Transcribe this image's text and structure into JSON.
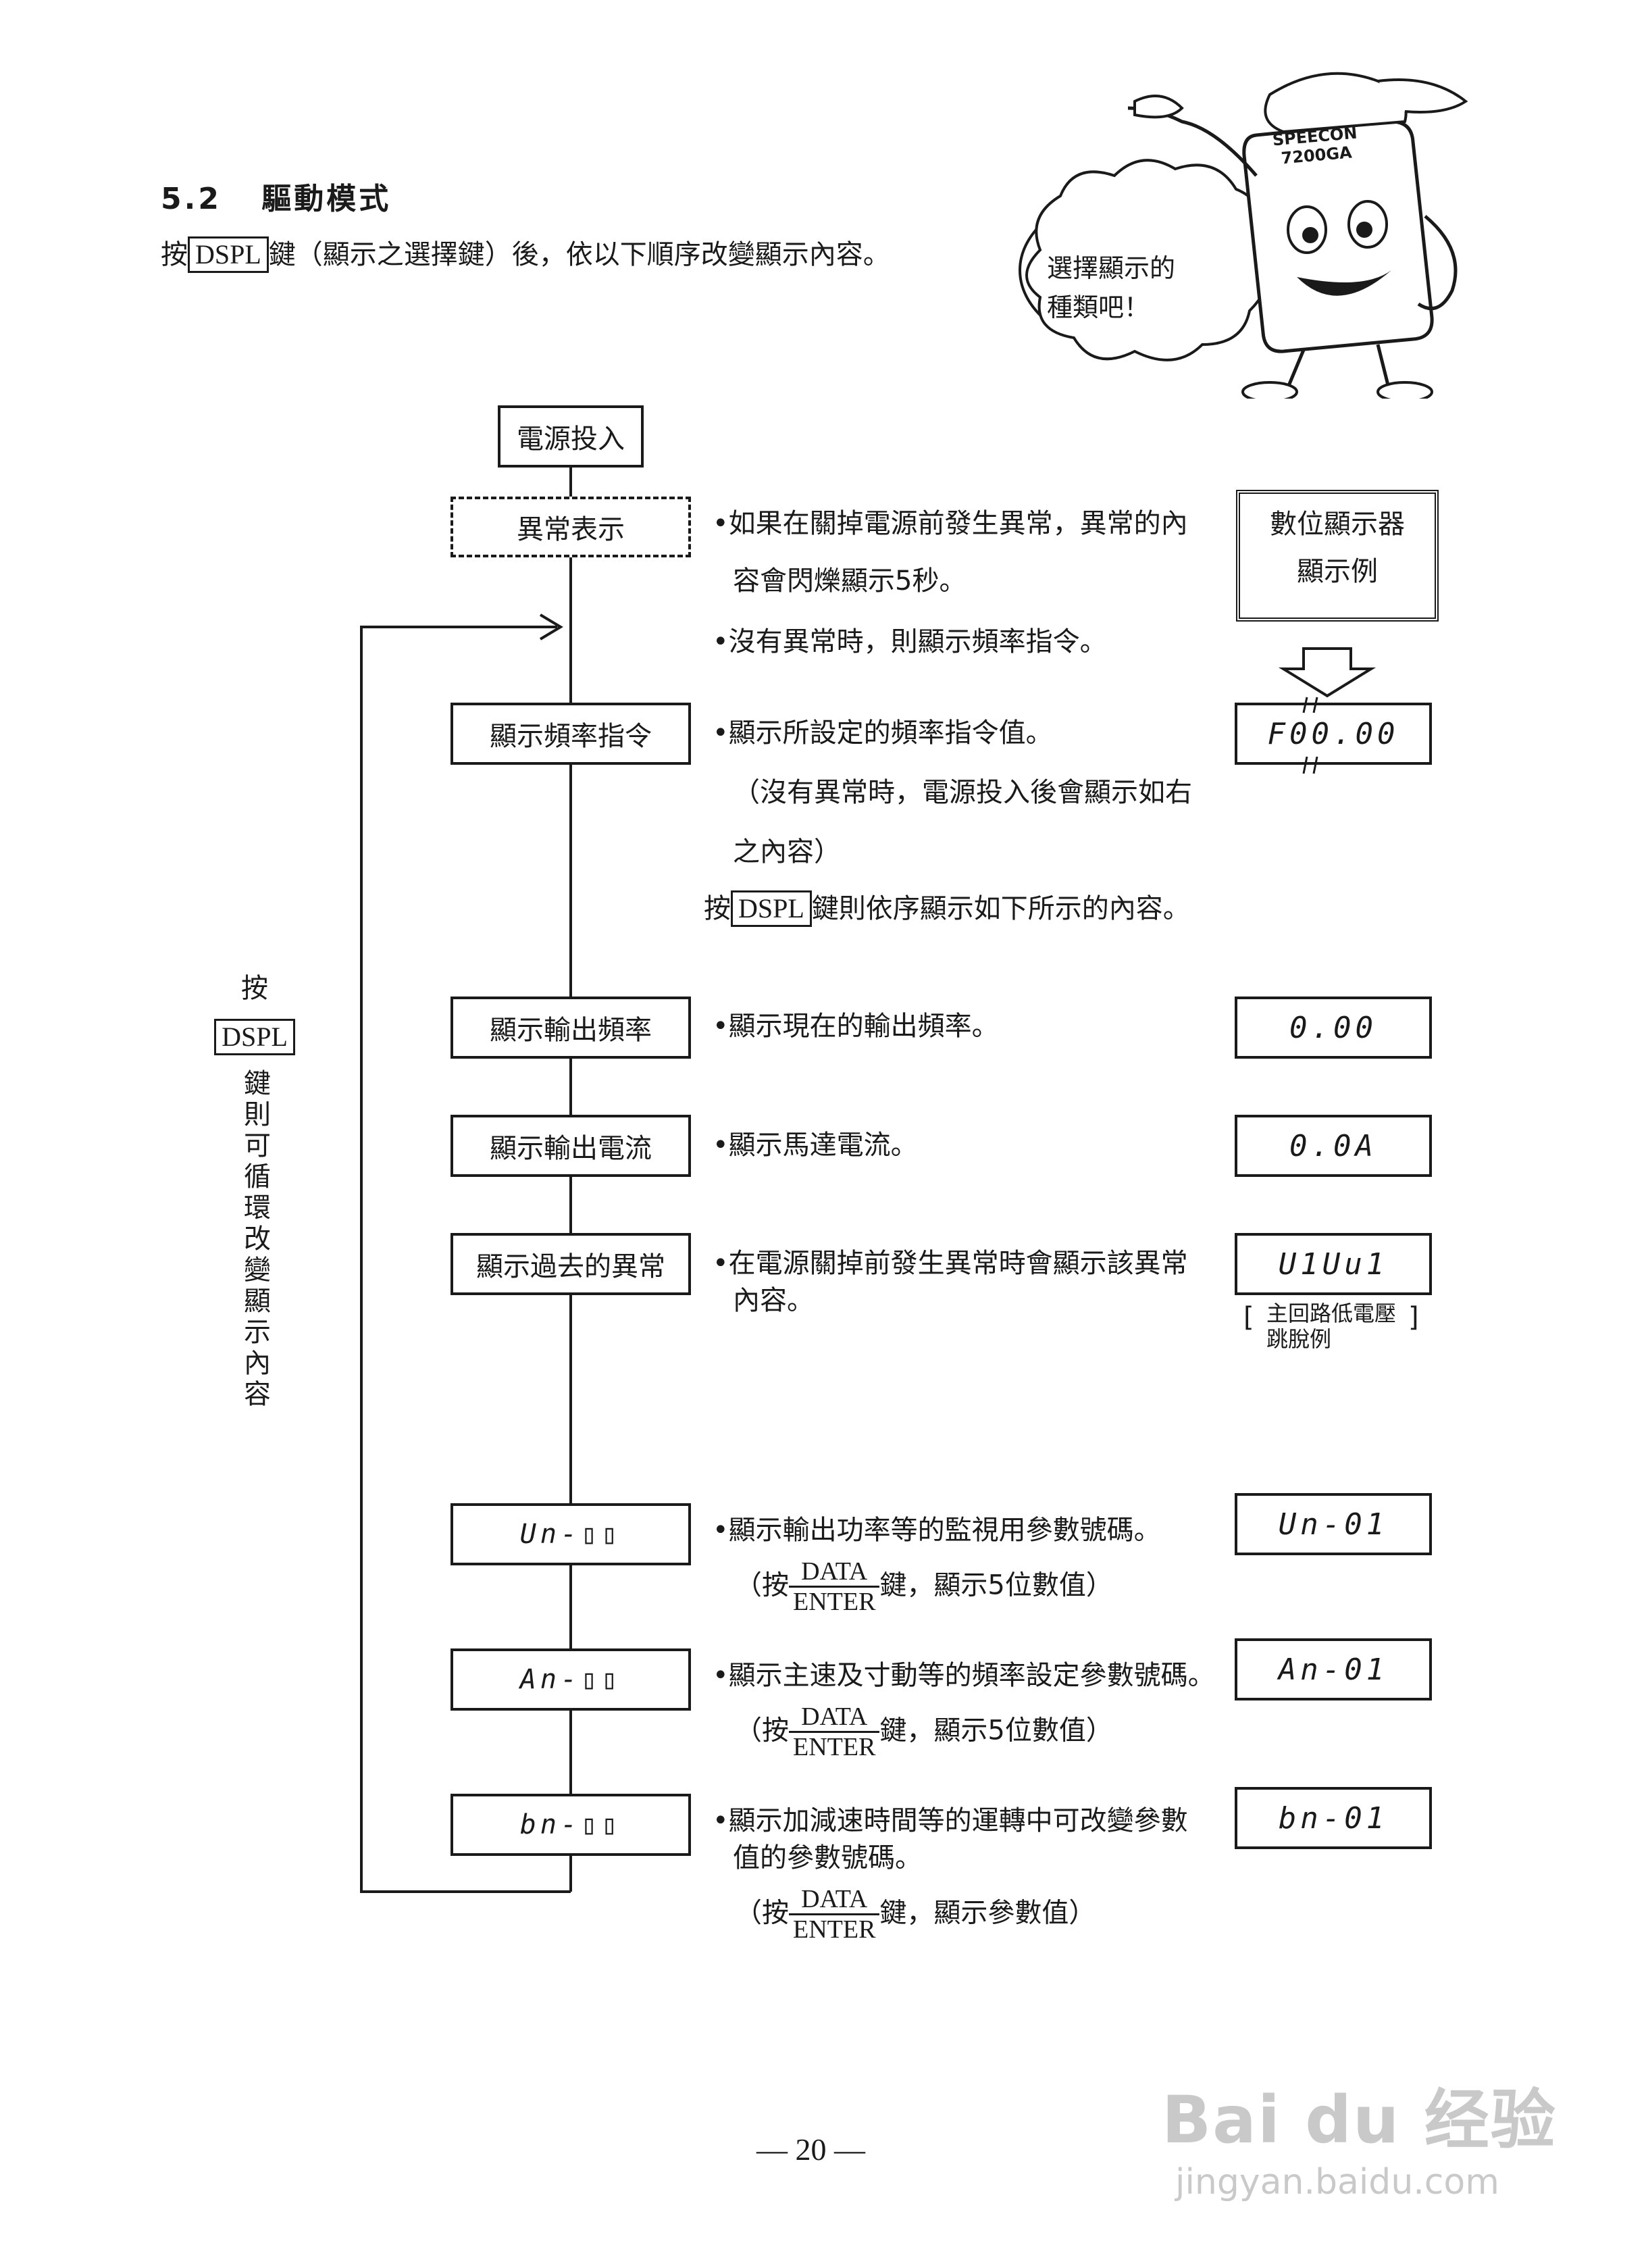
{
  "section": {
    "number": "5.2",
    "title": "驅動模式"
  },
  "intro": {
    "prefix": "按",
    "key": "DSPL",
    "suffix": "鍵（顯示之選擇鍵）後，依以下順序改變顯示內容。"
  },
  "mascot": {
    "label_line1": "SPEECON",
    "label_line2": "7200GA",
    "bubble_line1": "選擇顯示的",
    "bubble_line2": "種類吧！"
  },
  "flow": {
    "power_on": "電源投入",
    "alarm_box": "異常表示",
    "freq_ref_box": "顯示頻率指令",
    "out_freq_box": "顯示輸出頻率",
    "out_current_box": "顯示輸出電流",
    "past_fault_box": "顯示過去的異常",
    "un_box": "Un-▯▯",
    "an_box": "An-▯▯",
    "bn_box": "bn-▯▯"
  },
  "loop_label": {
    "prefix": "按",
    "key": "DSPL",
    "vertical": "鍵則可循環改變顯示內容"
  },
  "descriptions": {
    "alarm_1": "•如果在關掉電源前發生異常，異常的內",
    "alarm_2": "容會閃爍顯示5秒。",
    "alarm_3": "•沒有異常時，則顯示頻率指令。",
    "freq_1": "•顯示所設定的頻率指令值。",
    "freq_2": "（沒有異常時，電源投入後會顯示如右",
    "freq_3": "之內容）",
    "dspl_prefix": "按",
    "dspl_key": "DSPL",
    "dspl_suffix": "鍵則依序顯示如下所示的內容。",
    "out_freq": "•顯示現在的輸出頻率。",
    "out_current": "•顯示馬達電流。",
    "past_fault_1": "•在電源關掉前發生異常時會顯示該異常",
    "past_fault_2": "內容。",
    "un_1": "•顯示輸出功率等的監視用參數號碼。",
    "an_1": "•顯示主速及寸動等的頻率設定參數號碼。",
    "bn_1": "•顯示加減速時間等的運轉中可改變參數",
    "bn_2": "值的參數號碼。",
    "press_open": "（按",
    "data_num": "DATA",
    "data_den": "ENTER",
    "press_5digit": "鍵，顯示5位數值）",
    "press_param": "鍵，顯示參數值）"
  },
  "display": {
    "header_line1": "數位顯示器",
    "header_line2": "顯示例",
    "freq": "F00.00",
    "out_freq": "0.00",
    "out_current": "0.0A",
    "fault": "U1Uu1",
    "fault_note_line1": "主回路低電壓",
    "fault_note_line2": "跳脫例",
    "un": "Un-01",
    "an": "An-01",
    "bn": "bn-01"
  },
  "page_number": "— 20 —",
  "watermark": {
    "brand": "Bai du 经验",
    "url": "jingyan.baidu.com"
  }
}
